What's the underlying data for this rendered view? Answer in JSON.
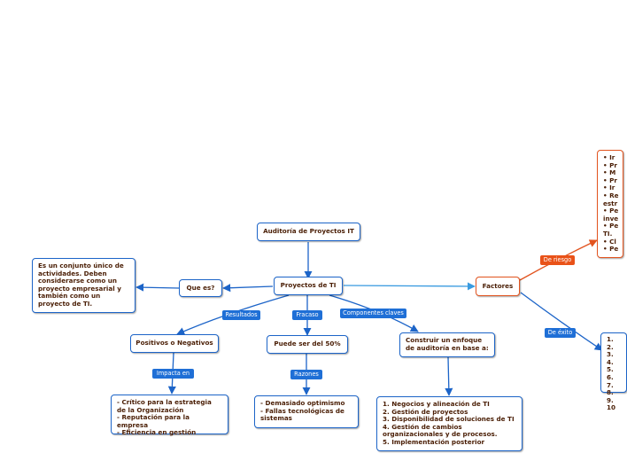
{
  "colors": {
    "blue": "#1c64c8",
    "label_blue": "#1f6fd6",
    "red": "#e2531e",
    "text": "#4a1e05"
  },
  "nodes": {
    "root": "Auditoría de Proyectos IT",
    "projects": "Proyectos de TI",
    "what_is": "Que es?",
    "definition": "Es un conjunto único de actividades. Deben considerarse como un proyecto empresarial y también como un proyecto de TI.",
    "factors": "Factores",
    "positive_negative": "Positivos o Negativos",
    "impacts": "- Crítico para la estrategia de la Organización\n- Reputación para la empresa\n- Eficiencia en gestión",
    "failure_rate": "Puede ser del 50%",
    "reasons": "- Demasiado optimismo\n- Fallas tecnológicas de sistemas",
    "audit_approach": "Construir un enfoque de auditoría en base a:",
    "audit_basis": "1. Negocios y alineación de TI\n2. Gestión de proyectos\n3. Disponibilidad de soluciones de TI\n4. Gestión de cambios organizacionales y de procesos.\n5. Implementación posterior",
    "risk_factors": "• Ir\n• Pr\n• M\n• Pr\n• Ir\n• Re\nestr\n• Pe\ninve\n• Pe\nTI.\n• Cl\n• Pe",
    "success_factors": "1.\n2.\n3.\n4.\n5.\n6.\n7.\n8.\n9.\n10"
  },
  "labels": {
    "results": "Resultados",
    "failure": "Fracaso",
    "key_components": "Componentes claves",
    "impacts_on": "Impacta en",
    "reasons": "Razones",
    "risk": "De riesgo",
    "success": "De éxito"
  }
}
